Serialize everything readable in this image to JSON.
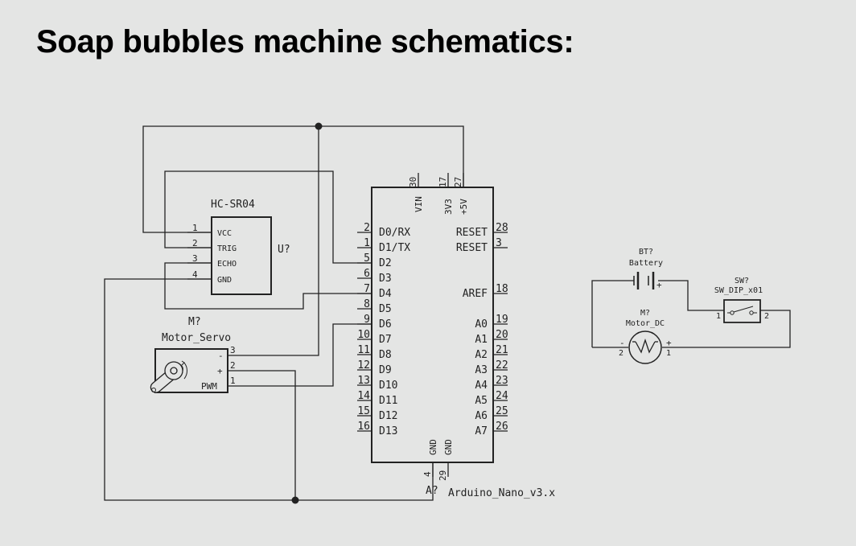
{
  "title": "Soap bubbles machine schematics:",
  "sensor": {
    "name": "HC-SR04",
    "ref": "U?",
    "pins": [
      {
        "num": "1",
        "label": "VCC"
      },
      {
        "num": "2",
        "label": "TRIG"
      },
      {
        "num": "3",
        "label": "ECHO"
      },
      {
        "num": "4",
        "label": "GND"
      }
    ]
  },
  "servo": {
    "ref": "M?",
    "name": "Motor_Servo",
    "pin_minus": "-",
    "pin_plus": "+",
    "pin_pwm": "PWM",
    "nums": [
      "3",
      "2",
      "1"
    ]
  },
  "arduino": {
    "ref": "A?",
    "name": "Arduino_Nano_v3.x",
    "top_pins": [
      {
        "num": "30",
        "label": "VIN"
      },
      {
        "num": "17",
        "label": "3V3"
      },
      {
        "num": "27",
        "label": "+5V"
      }
    ],
    "left_pins": [
      {
        "num": "2",
        "label": "D0/RX"
      },
      {
        "num": "1",
        "label": "D1/TX"
      },
      {
        "num": "5",
        "label": "D2"
      },
      {
        "num": "6",
        "label": "D3"
      },
      {
        "num": "7",
        "label": "D4"
      },
      {
        "num": "8",
        "label": "D5"
      },
      {
        "num": "9",
        "label": "D6"
      },
      {
        "num": "10",
        "label": "D7"
      },
      {
        "num": "11",
        "label": "D8"
      },
      {
        "num": "12",
        "label": "D9"
      },
      {
        "num": "13",
        "label": "D10"
      },
      {
        "num": "14",
        "label": "D11"
      },
      {
        "num": "15",
        "label": "D12"
      },
      {
        "num": "16",
        "label": "D13"
      }
    ],
    "right_pins_top": [
      {
        "num": "28",
        "label": "RESET"
      },
      {
        "num": "3",
        "label": "RESET"
      }
    ],
    "aref": {
      "num": "18",
      "label": "AREF"
    },
    "right_pins_analog": [
      {
        "num": "19",
        "label": "A0"
      },
      {
        "num": "20",
        "label": "A1"
      },
      {
        "num": "21",
        "label": "A2"
      },
      {
        "num": "22",
        "label": "A3"
      },
      {
        "num": "23",
        "label": "A4"
      },
      {
        "num": "24",
        "label": "A5"
      },
      {
        "num": "25",
        "label": "A6"
      },
      {
        "num": "26",
        "label": "A7"
      }
    ],
    "bottom_pins": [
      {
        "num": "4",
        "label": "GND"
      },
      {
        "num": "29",
        "label": "GND"
      }
    ]
  },
  "battery": {
    "ref": "BT?",
    "name": "Battery",
    "plus": "+"
  },
  "switch": {
    "ref": "SW?",
    "name": "SW_DIP_x01",
    "pin1": "1",
    "pin2": "2"
  },
  "motor": {
    "ref": "M?",
    "name": "Motor_DC",
    "pin_minus": "-",
    "pin_plus": "+",
    "num_minus": "2",
    "num_plus": "1"
  }
}
